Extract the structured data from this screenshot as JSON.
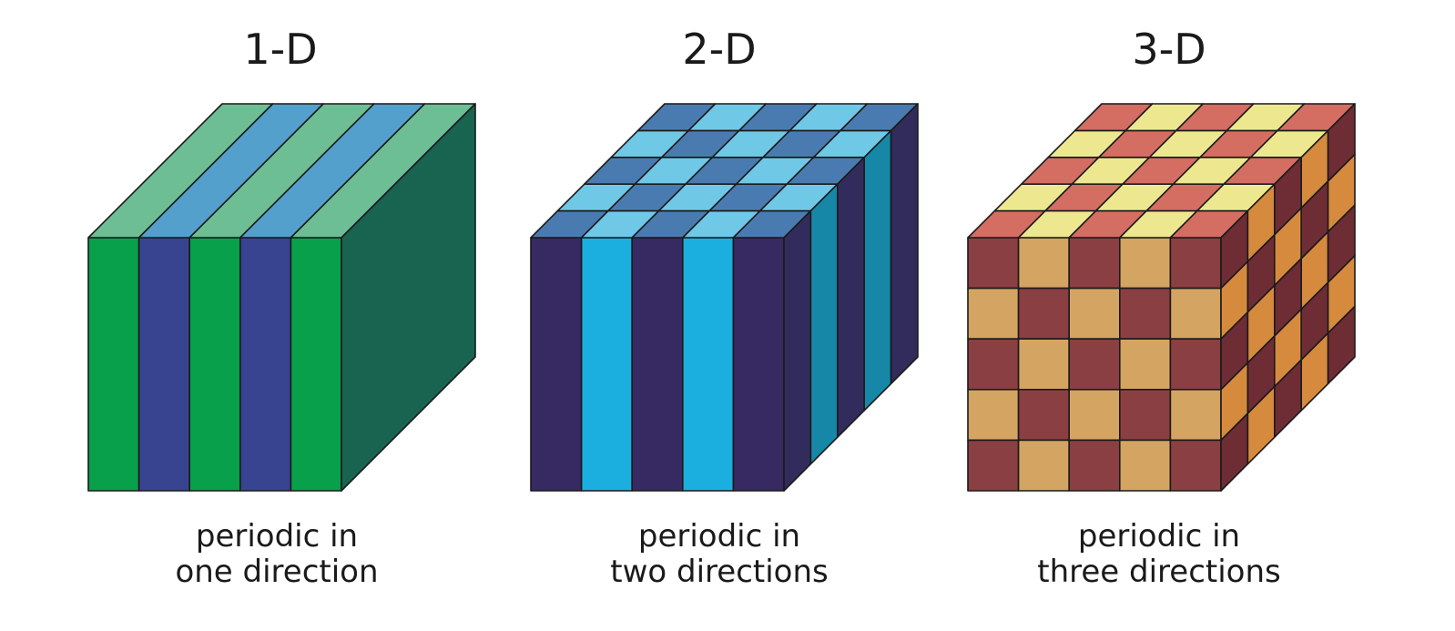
{
  "panels": [
    {
      "title": "1-D",
      "caption_line1": "periodic in",
      "caption_line2": "one direction",
      "colors": {
        "front_a": "#08a04a",
        "front_b": "#384490",
        "top_a": "#6dbe94",
        "top_b": "#54a0cc",
        "side": "#196451"
      }
    },
    {
      "title": "2-D",
      "caption_line1": "periodic in",
      "caption_line2": "two directions",
      "colors": {
        "front_a": "#372a62",
        "front_b": "#1aafde",
        "top_a": "#4a7bb0",
        "top_b": "#6ec8e6",
        "side_a": "#322c5c",
        "side_b": "#1787a8"
      }
    },
    {
      "title": "3-D",
      "caption_line1": "periodic in",
      "caption_line2": "three directions",
      "colors": {
        "front_a": "#8a3f42",
        "front_b": "#d4a462",
        "top_a": "#d46d62",
        "top_b": "#ede890",
        "side_a": "#6e2c35",
        "side_b": "#d68a3e"
      }
    }
  ]
}
